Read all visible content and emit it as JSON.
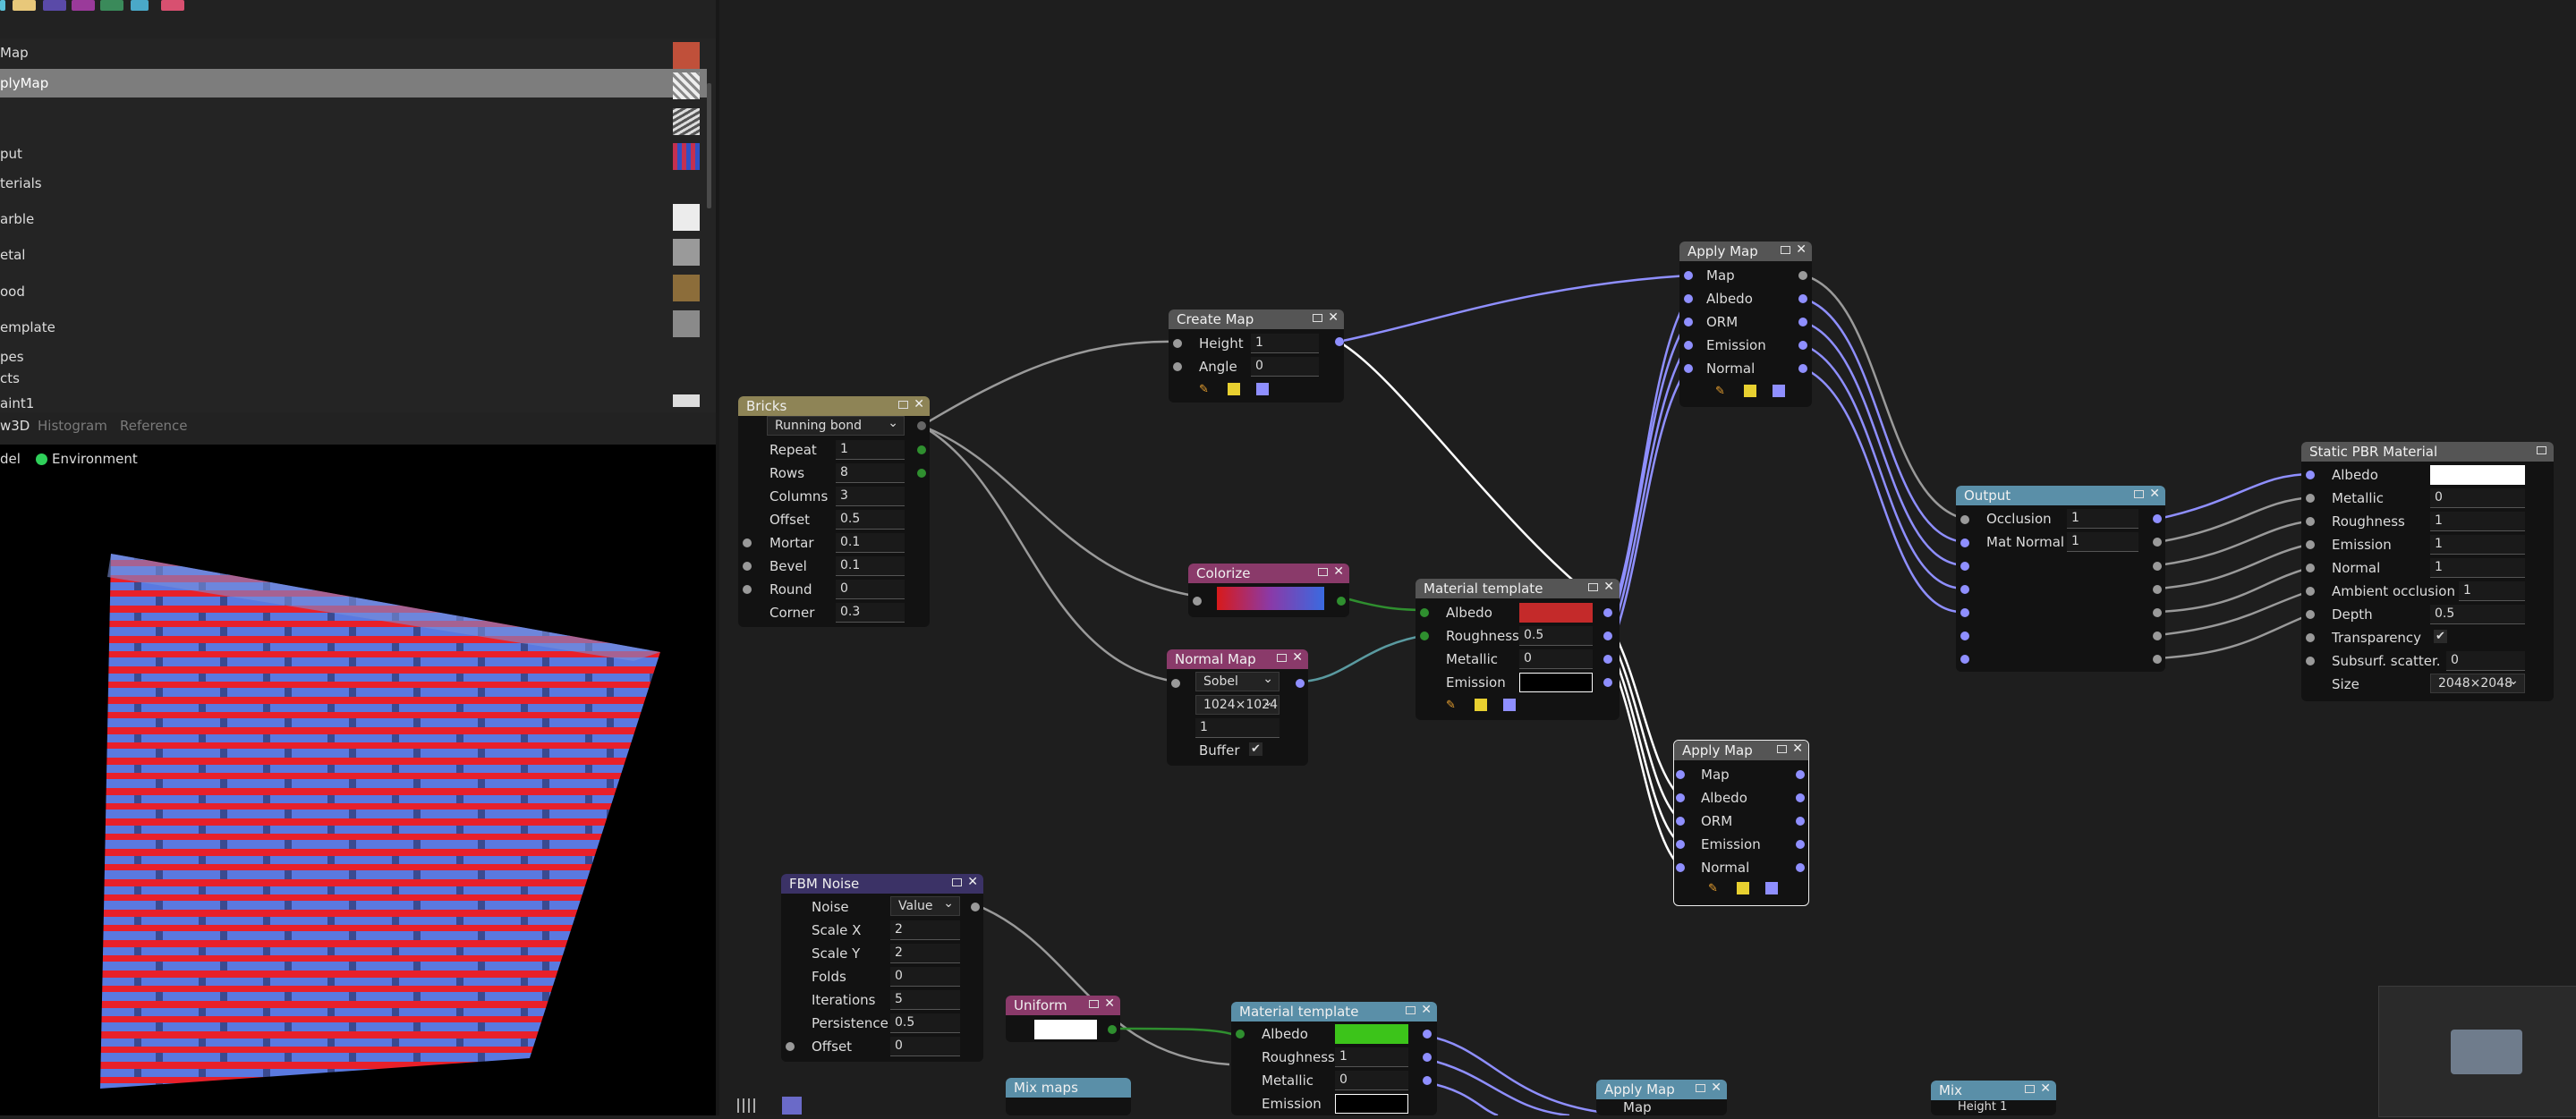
{
  "colors": {
    "accent_port": "#8f8fff",
    "bricks_header": "#8e8456",
    "output_header": "#5a8fa8",
    "material_header": "#5a8fa8",
    "colorize_header": "#8a3a6a",
    "normal_map_header": "#8a3a6a",
    "fbm_header": "#3b3266",
    "uniform_header": "#8a3a6a",
    "create_map_header": "#555555"
  },
  "toolbar": {
    "icons": [
      "palette-icon",
      "grid-icon",
      "pattern-icon",
      "filter-icon",
      "measure-icon",
      "curve-icon",
      "dots-icon"
    ]
  },
  "library": {
    "items": [
      {
        "label": "Map",
        "thumb": "#c0503a"
      },
      {
        "label": "plyMap",
        "thumb": "#d8d8d8",
        "selected": true
      },
      {
        "label": "",
        "thumb": "#c8c8c8"
      },
      {
        "label": "put",
        "thumb": "#c43050"
      },
      {
        "label": "terials",
        "thumb": ""
      },
      {
        "label": "arble",
        "thumb": "#e8e8e8"
      },
      {
        "label": "etal",
        "thumb": "#9a9a9a"
      },
      {
        "label": "ood",
        "thumb": "#8c6d3a"
      },
      {
        "label": "emplate",
        "thumb": "#8a8a8a"
      },
      {
        "label": "pes",
        "thumb": ""
      },
      {
        "label": "cts",
        "thumb": ""
      },
      {
        "label": "aint1",
        "thumb": ""
      }
    ]
  },
  "panel_tabs": [
    "w3D",
    "Histogram",
    "Reference"
  ],
  "preview_toolbar": {
    "model_label": "del",
    "env_label": "Environment"
  },
  "nodes": {
    "bricks": {
      "title": "Bricks",
      "pattern": "Running bond",
      "params": [
        {
          "label": "Repeat",
          "value": "1"
        },
        {
          "label": "Rows",
          "value": "8"
        },
        {
          "label": "Columns",
          "value": "3"
        },
        {
          "label": "Offset",
          "value": "0.5"
        },
        {
          "label": "Mortar",
          "value": "0.1"
        },
        {
          "label": "Bevel",
          "value": "0.1"
        },
        {
          "label": "Round",
          "value": "0"
        },
        {
          "label": "Corner",
          "value": "0.3"
        }
      ]
    },
    "create_map": {
      "title": "Create Map",
      "params": [
        {
          "label": "Height",
          "value": "1"
        },
        {
          "label": "Angle",
          "value": "0"
        }
      ]
    },
    "apply_map_1": {
      "title": "Apply Map",
      "ports": [
        "Map",
        "Albedo",
        "ORM",
        "Emission",
        "Normal"
      ]
    },
    "apply_map_2": {
      "title": "Apply Map",
      "ports": [
        "Map",
        "Albedo",
        "ORM",
        "Emission",
        "Normal"
      ]
    },
    "apply_map_3": {
      "title": "Apply Map",
      "ports": [
        "Map"
      ]
    },
    "colorize": {
      "title": "Colorize"
    },
    "normal_map": {
      "title": "Normal Map",
      "filter": "Sobel",
      "size": "1024×1024",
      "amount": "1",
      "buffer_label": "Buffer",
      "buffer_checked": "✔"
    },
    "material_template_1": {
      "title": "Material template",
      "albedo_color": "#c42a2a",
      "params": [
        {
          "label": "Albedo"
        },
        {
          "label": "Roughness",
          "value": "0.5"
        },
        {
          "label": "Metallic",
          "value": "0"
        },
        {
          "label": "Emission"
        }
      ]
    },
    "material_template_2": {
      "title": "Material template",
      "albedo_color": "#3cc41a",
      "params": [
        {
          "label": "Albedo"
        },
        {
          "label": "Roughness",
          "value": "1"
        },
        {
          "label": "Metallic",
          "value": "0"
        },
        {
          "label": "Emission"
        }
      ]
    },
    "output": {
      "title": "Output",
      "params": [
        {
          "label": "Occlusion",
          "value": "1"
        },
        {
          "label": "Mat Normal",
          "value": "1"
        }
      ]
    },
    "static_pbr": {
      "title": "Static PBR Material",
      "params": [
        {
          "label": "Albedo"
        },
        {
          "label": "Metallic",
          "value": "0"
        },
        {
          "label": "Roughness",
          "value": "1"
        },
        {
          "label": "Emission",
          "value": "1"
        },
        {
          "label": "Normal",
          "value": "1"
        },
        {
          "label": "Ambient occlusion",
          "value": "1"
        },
        {
          "label": "Depth",
          "value": "0.5"
        },
        {
          "label": "Transparency",
          "value": "✔"
        },
        {
          "label": "Subsurf. scatter.",
          "value": "0"
        },
        {
          "label": "Size",
          "value": "2048×2048"
        }
      ]
    },
    "fbm": {
      "title": "FBM Noise",
      "noise": "Value",
      "params": [
        {
          "label": "Scale X",
          "value": "2"
        },
        {
          "label": "Scale Y",
          "value": "2"
        },
        {
          "label": "Folds",
          "value": "0"
        },
        {
          "label": "Iterations",
          "value": "5"
        },
        {
          "label": "Persistence",
          "value": "0.5"
        },
        {
          "label": "Offset",
          "value": "0"
        }
      ],
      "noise_label": "Noise"
    },
    "uniform": {
      "title": "Uniform",
      "color": "#ffffff"
    },
    "mix_maps": {
      "title": "Mix maps"
    },
    "mix": {
      "title": "Mix",
      "first_param": "Height 1"
    }
  }
}
